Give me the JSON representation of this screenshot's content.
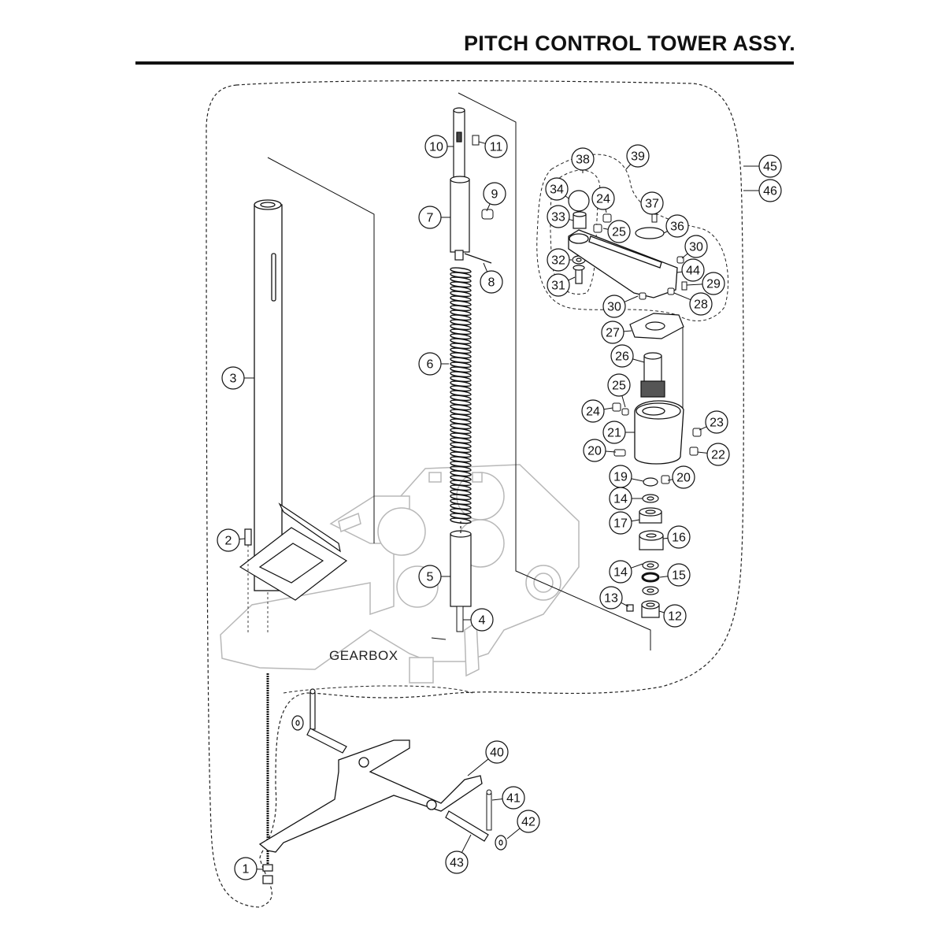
{
  "title": "PITCH CONTROL TOWER ASSY.",
  "gearbox_label": "GEARBOX",
  "callouts": [
    {
      "id": "c45",
      "label": "45"
    },
    {
      "id": "c46",
      "label": "46"
    },
    {
      "id": "c10",
      "label": "10"
    },
    {
      "id": "c11",
      "label": "11"
    },
    {
      "id": "c9",
      "label": "9"
    },
    {
      "id": "c7",
      "label": "7"
    },
    {
      "id": "c8",
      "label": "8"
    },
    {
      "id": "c6",
      "label": "6"
    },
    {
      "id": "c3",
      "label": "3"
    },
    {
      "id": "c2",
      "label": "2"
    },
    {
      "id": "c5",
      "label": "5"
    },
    {
      "id": "c4",
      "label": "4"
    },
    {
      "id": "c38",
      "label": "38"
    },
    {
      "id": "c39",
      "label": "39"
    },
    {
      "id": "c34",
      "label": "34"
    },
    {
      "id": "c24a",
      "label": "24"
    },
    {
      "id": "c37",
      "label": "37"
    },
    {
      "id": "c33",
      "label": "33"
    },
    {
      "id": "c25a",
      "label": "25"
    },
    {
      "id": "c36",
      "label": "36"
    },
    {
      "id": "c30a",
      "label": "30"
    },
    {
      "id": "c32",
      "label": "32"
    },
    {
      "id": "c44",
      "label": "44"
    },
    {
      "id": "c29",
      "label": "29"
    },
    {
      "id": "c31",
      "label": "31"
    },
    {
      "id": "c30b",
      "label": "30"
    },
    {
      "id": "c28",
      "label": "28"
    },
    {
      "id": "c27",
      "label": "27"
    },
    {
      "id": "c26",
      "label": "26"
    },
    {
      "id": "c25b",
      "label": "25"
    },
    {
      "id": "c24b",
      "label": "24"
    },
    {
      "id": "c23",
      "label": "23"
    },
    {
      "id": "c21",
      "label": "21"
    },
    {
      "id": "c20a",
      "label": "20"
    },
    {
      "id": "c22",
      "label": "22"
    },
    {
      "id": "c19",
      "label": "19"
    },
    {
      "id": "c20b",
      "label": "20"
    },
    {
      "id": "c14a",
      "label": "14"
    },
    {
      "id": "c17",
      "label": "17"
    },
    {
      "id": "c16",
      "label": "16"
    },
    {
      "id": "c14b",
      "label": "14"
    },
    {
      "id": "c15",
      "label": "15"
    },
    {
      "id": "c13",
      "label": "13"
    },
    {
      "id": "c12",
      "label": "12"
    },
    {
      "id": "c40",
      "label": "40"
    },
    {
      "id": "c41",
      "label": "41"
    },
    {
      "id": "c42",
      "label": "42"
    },
    {
      "id": "c43",
      "label": "43"
    },
    {
      "id": "c1",
      "label": "1"
    }
  ]
}
